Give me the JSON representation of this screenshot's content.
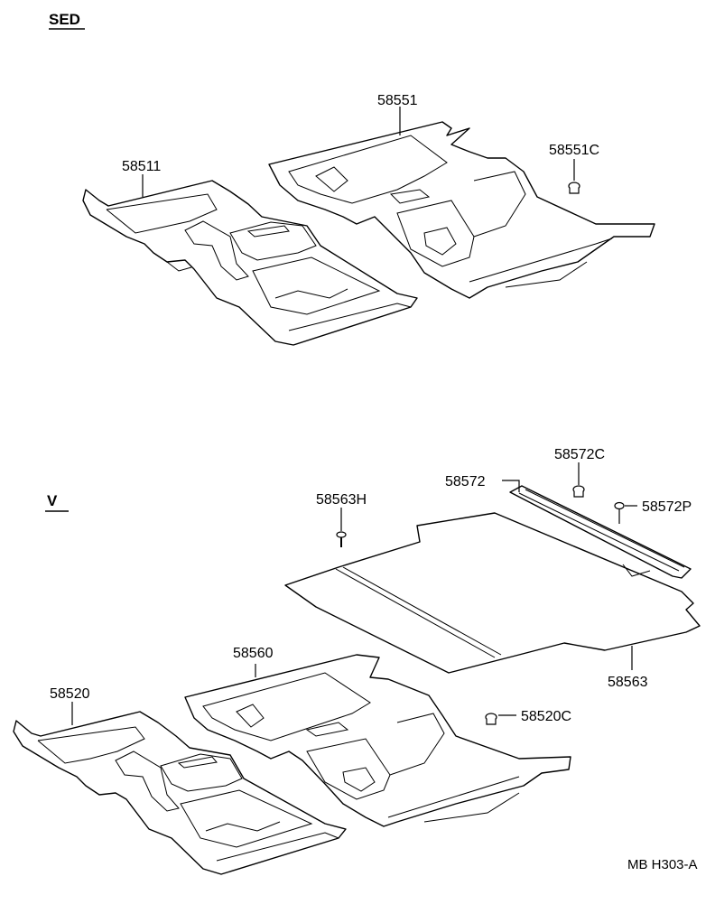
{
  "sections": {
    "sedan": "SED",
    "van": "V"
  },
  "parts": {
    "p58551": "58551",
    "p58511": "58511",
    "p58551C": "58551C",
    "p58572C": "58572C",
    "p58572": "58572",
    "p58563H": "58563H",
    "p58572P": "58572P",
    "p58560": "58560",
    "p58563": "58563",
    "p58520": "58520",
    "p58520C": "58520C"
  },
  "diagram_code": "MB H303-A"
}
